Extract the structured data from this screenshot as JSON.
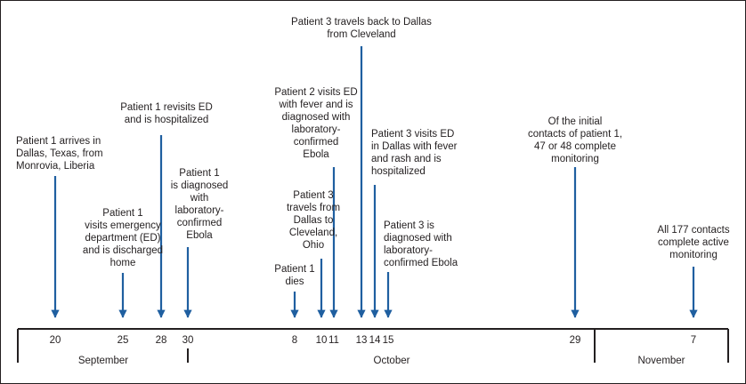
{
  "colors": {
    "arrow": "#1f5fa0",
    "ink": "#231f20",
    "background": "#ffffff"
  },
  "events": [
    {
      "id": "e1",
      "text": "Patient 1 arrives in\nDallas, Texas, from\nMonrovia, Liberia"
    },
    {
      "id": "e2",
      "text": "Patient 1\nvisits emergency\ndepartment (ED)\nand is discharged\nhome"
    },
    {
      "id": "e3",
      "text": "Patient 1 revisits ED\nand is hospitalized"
    },
    {
      "id": "e4",
      "text": "Patient 1\nis diagnosed\nwith\nlaboratory-\nconfirmed\nEbola"
    },
    {
      "id": "e5",
      "text": "Patient 1\ndies"
    },
    {
      "id": "e6",
      "text": "Patient 3\ntravels from\nDallas to\nCleveland,\nOhio"
    },
    {
      "id": "e7",
      "text": "Patient 2 visits ED\nwith fever and is\ndiagnosed with\nlaboratory-\nconfirmed\nEbola"
    },
    {
      "id": "e8",
      "text": "Patient 3 travels back to Dallas\nfrom Cleveland"
    },
    {
      "id": "e9",
      "text": "Patient 3 visits ED\nin Dallas with fever\nand rash and is\nhospitalized"
    },
    {
      "id": "e10",
      "text": "Patient 3 is\ndiagnosed with\nlaboratory-\nconfirmed Ebola"
    },
    {
      "id": "e11",
      "text": "Of the initial\ncontacts of patient 1,\n47 or 48 complete\nmonitoring"
    },
    {
      "id": "e12",
      "text": "All 177 contacts\ncomplete active\nmonitoring"
    }
  ],
  "ticks": [
    "20",
    "25",
    "28",
    "30",
    "8",
    "10",
    "11",
    "13",
    "14",
    "15",
    "29",
    "7"
  ],
  "months": [
    "September",
    "October",
    "November"
  ]
}
